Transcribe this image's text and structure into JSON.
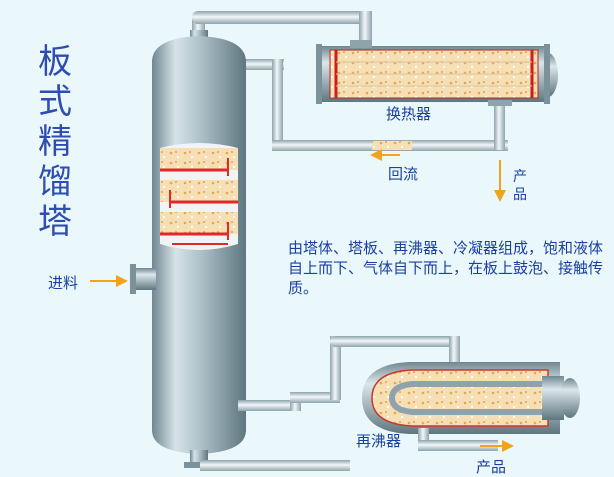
{
  "title": "板式精馏塔",
  "labels": {
    "exchanger": "换热器",
    "reflux": "回流",
    "product_top": "产品",
    "feed": "进料",
    "reboiler": "再沸器",
    "product_bottom": "产品"
  },
  "description": "由塔体、塔板、再沸器、冷凝器组成，饱和液体自上而下、气体自下而上，在板上鼓泡、接触传质。",
  "colors": {
    "background": "#eaf8fb",
    "text": "#1b3fa0",
    "arrow": "#f2a31b",
    "steel": "#9fb3bd",
    "liquid": "#f6d9a8",
    "tray": "#e02a2a"
  }
}
